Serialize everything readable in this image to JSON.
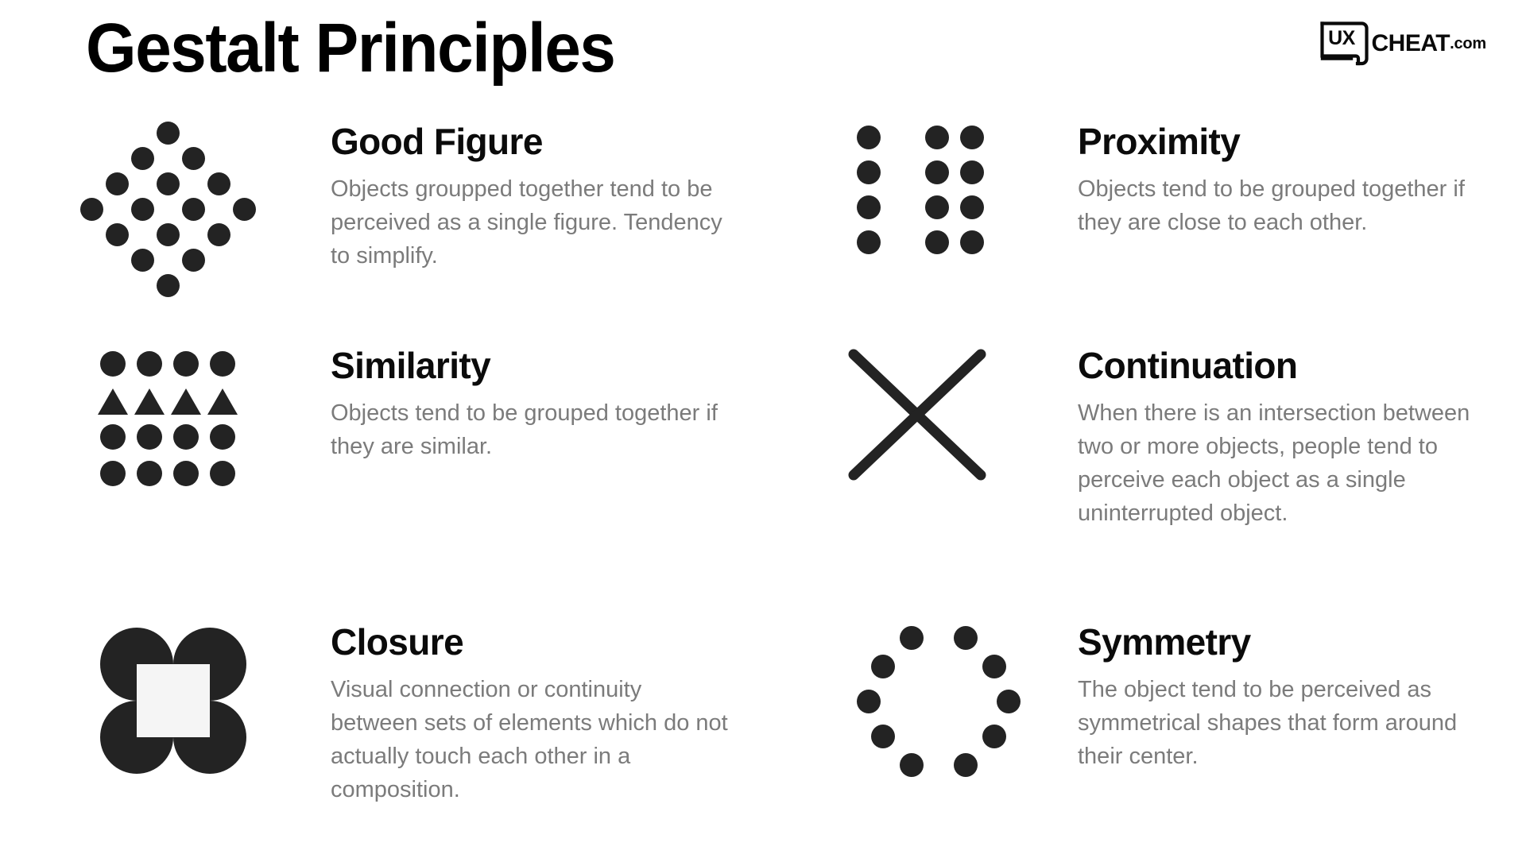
{
  "header": {
    "title": "Gestalt Principles",
    "logo": {
      "mark_text": "UX",
      "word": "CHEAT",
      "tld": ".com"
    }
  },
  "principles": [
    {
      "id": "good-figure",
      "title": "Good Figure",
      "description": "Objects groupped together tend to be perceived as a single figure. Tendency to simplify.",
      "icon": "diamond-dot-lattice-icon"
    },
    {
      "id": "proximity",
      "title": "Proximity",
      "description": "Objects tend to be grouped together if they are close to each other.",
      "icon": "grouped-dot-columns-icon"
    },
    {
      "id": "similarity",
      "title": "Similarity",
      "description": "Objects tend to be grouped together if they are similar.",
      "icon": "dot-triangle-grid-icon"
    },
    {
      "id": "continuation",
      "title": "Continuation",
      "description": "When there is an intersection between two or more objects, people tend to perceive each object as a single uninterrupted object.",
      "icon": "crossing-lines-x-icon"
    },
    {
      "id": "closure",
      "title": "Closure",
      "description": "Visual connection or continuity between sets of elements which do not actually touch each other in a composition.",
      "icon": "kanizsa-square-icon"
    },
    {
      "id": "symmetry",
      "title": "Symmetry",
      "description": "The object tend to be perceived as symmetrical shapes that form around their center.",
      "icon": "mirrored-dot-arcs-icon"
    }
  ],
  "colors": {
    "background": "#ffffff",
    "title": "#000000",
    "heading": "#0b0b0b",
    "body_text": "#7b7b7b",
    "shape": "#232323",
    "closure_negative": "#f5f5f5"
  }
}
